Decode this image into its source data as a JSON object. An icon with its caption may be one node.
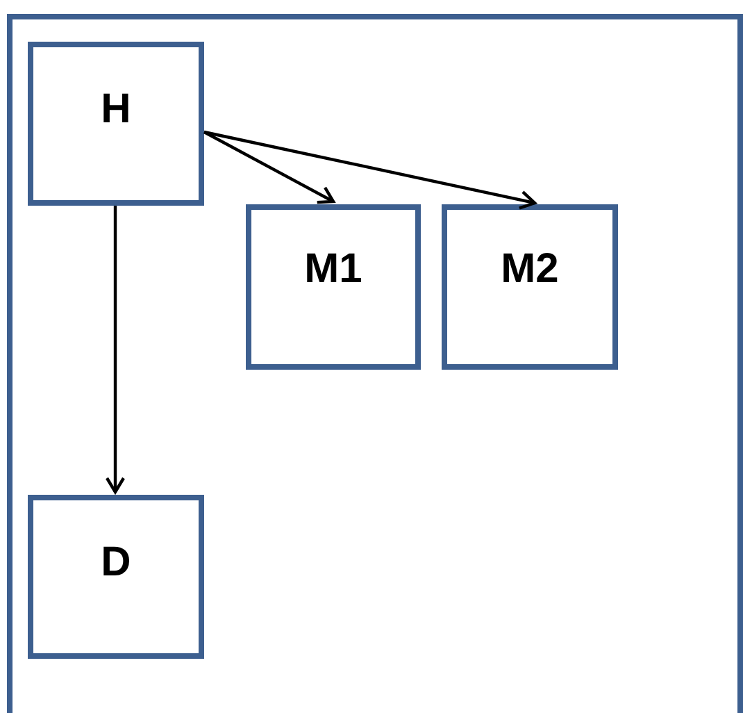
{
  "diagram": {
    "nodes": [
      {
        "text": [],
        "shape": "box"
      },
      {
        "text": [
          "H"
        ],
        "in": 0
      },
      {
        "text": [
          "M1"
        ],
        "in": 0
      },
      {
        "text": [
          "M2"
        ],
        "in": 0
      },
      {
        "text": [
          "D"
        ],
        "in": 0
      }
    ],
    "edges": [
      {
        "from": 1,
        "to": 4,
        "arrow": "to"
      },
      {
        "from": 1,
        "to": 2,
        "arrow": "to"
      },
      {
        "from": 1,
        "to": 3,
        "arrow": "to"
      }
    ]
  }
}
